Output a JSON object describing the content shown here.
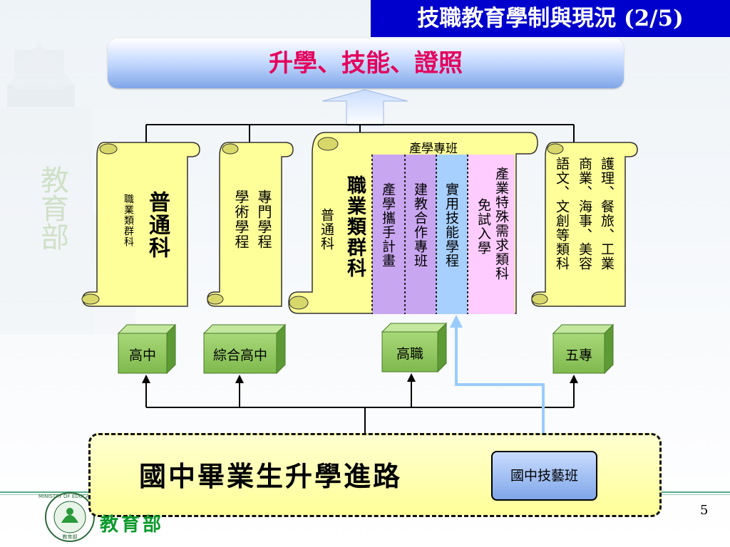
{
  "title": "技職教育學制與現況 (2/5)",
  "top_banner": "升學、技能、證照",
  "watermark": "教育部",
  "scrolls": {
    "general": {
      "main": "普通科",
      "sub": "職業類群科"
    },
    "comprehensive": {
      "col1": "專門學程",
      "col2": "學術學程"
    },
    "industry_class_label": "產學專班",
    "vocational": {
      "main": "職業類群科",
      "sub": "普通科"
    },
    "five_year": {
      "col1": "護理、餐旅、工業",
      "col2": "商業、海事、美容",
      "col3": "語文、文創等類科"
    }
  },
  "strips": {
    "strip1": "產學攜手計畫",
    "strip2": "建教合作專班",
    "strip3": "實用技能學程",
    "strip4_col1": "產業特殊需求類科",
    "strip4_col2": "免試入學"
  },
  "schools": {
    "high_school": "高中",
    "comprehensive_high": "綜合高中",
    "vocational_high": "高職",
    "junior_college": "五專"
  },
  "bottom": {
    "route_title": "國中畢業生升學進路",
    "craft_class": "國中技藝班"
  },
  "page_number": "5",
  "ministry_name": "教育部",
  "logo_text": "MINISTRY OF EDUCATION",
  "logo_text_cn": "教育部",
  "icons": {
    "logo": "ministry-of-education-seal-icon",
    "lighthouse": "lighthouse-background-icon"
  },
  "colors": {
    "title_bg": "#0000cc",
    "banner_text": "#e4005c",
    "scroll_fill": "#ffff99",
    "strip_purple": "#c9a6f0",
    "strip_blue": "#a8d0ff",
    "strip_pink": "#ffccff",
    "cube_green": "#99cc66",
    "craft_arrow": "#99ccff"
  }
}
